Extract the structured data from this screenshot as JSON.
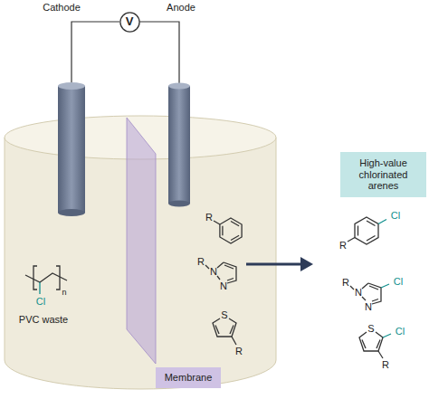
{
  "diagram": {
    "nodes": [
      {
        "text": [
          "V"
        ]
      },
      {
        "text": [
          "High-value chlorinated arenes"
        ]
      },
      {
        "text": [
          "Membrane"
        ]
      }
    ],
    "labels": [
      "Cathode",
      "Anode",
      "Cl",
      "n",
      "PVC waste",
      "R",
      "R",
      "N",
      "N",
      "S",
      "R",
      "R",
      "Cl",
      "R",
      "N",
      "N",
      "Cl",
      "S",
      "Cl",
      "R"
    ]
  }
}
